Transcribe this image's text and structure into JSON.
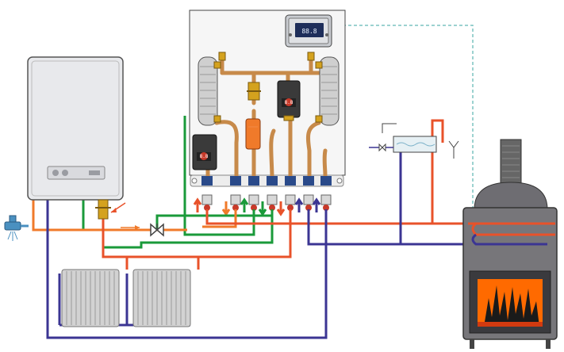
{
  "colors": {
    "hot_supply": "#e8522a",
    "cold_return": "#3b3593",
    "green_circuit": "#1a9a3a",
    "orange_circuit": "#f07a2a",
    "copper": "#c78a4a",
    "signal_line": "#7cc4c0",
    "boiler_body": "#e8e9ec",
    "stove_body": "#77767a",
    "pump_head": "#3a3a3a",
    "radiator": "#d2d2d2",
    "fire": "#ff6a00"
  },
  "controller": {
    "display": "88.8"
  },
  "pumps": [
    {
      "name": "left-pump",
      "display": "8.8"
    },
    {
      "name": "right-pump",
      "display": "8.8"
    }
  ],
  "icons": [
    "boiler",
    "wood-stove",
    "control-unit",
    "circulation-pump",
    "radiator",
    "expansion-tank",
    "tap",
    "valve",
    "flue-pipe"
  ]
}
